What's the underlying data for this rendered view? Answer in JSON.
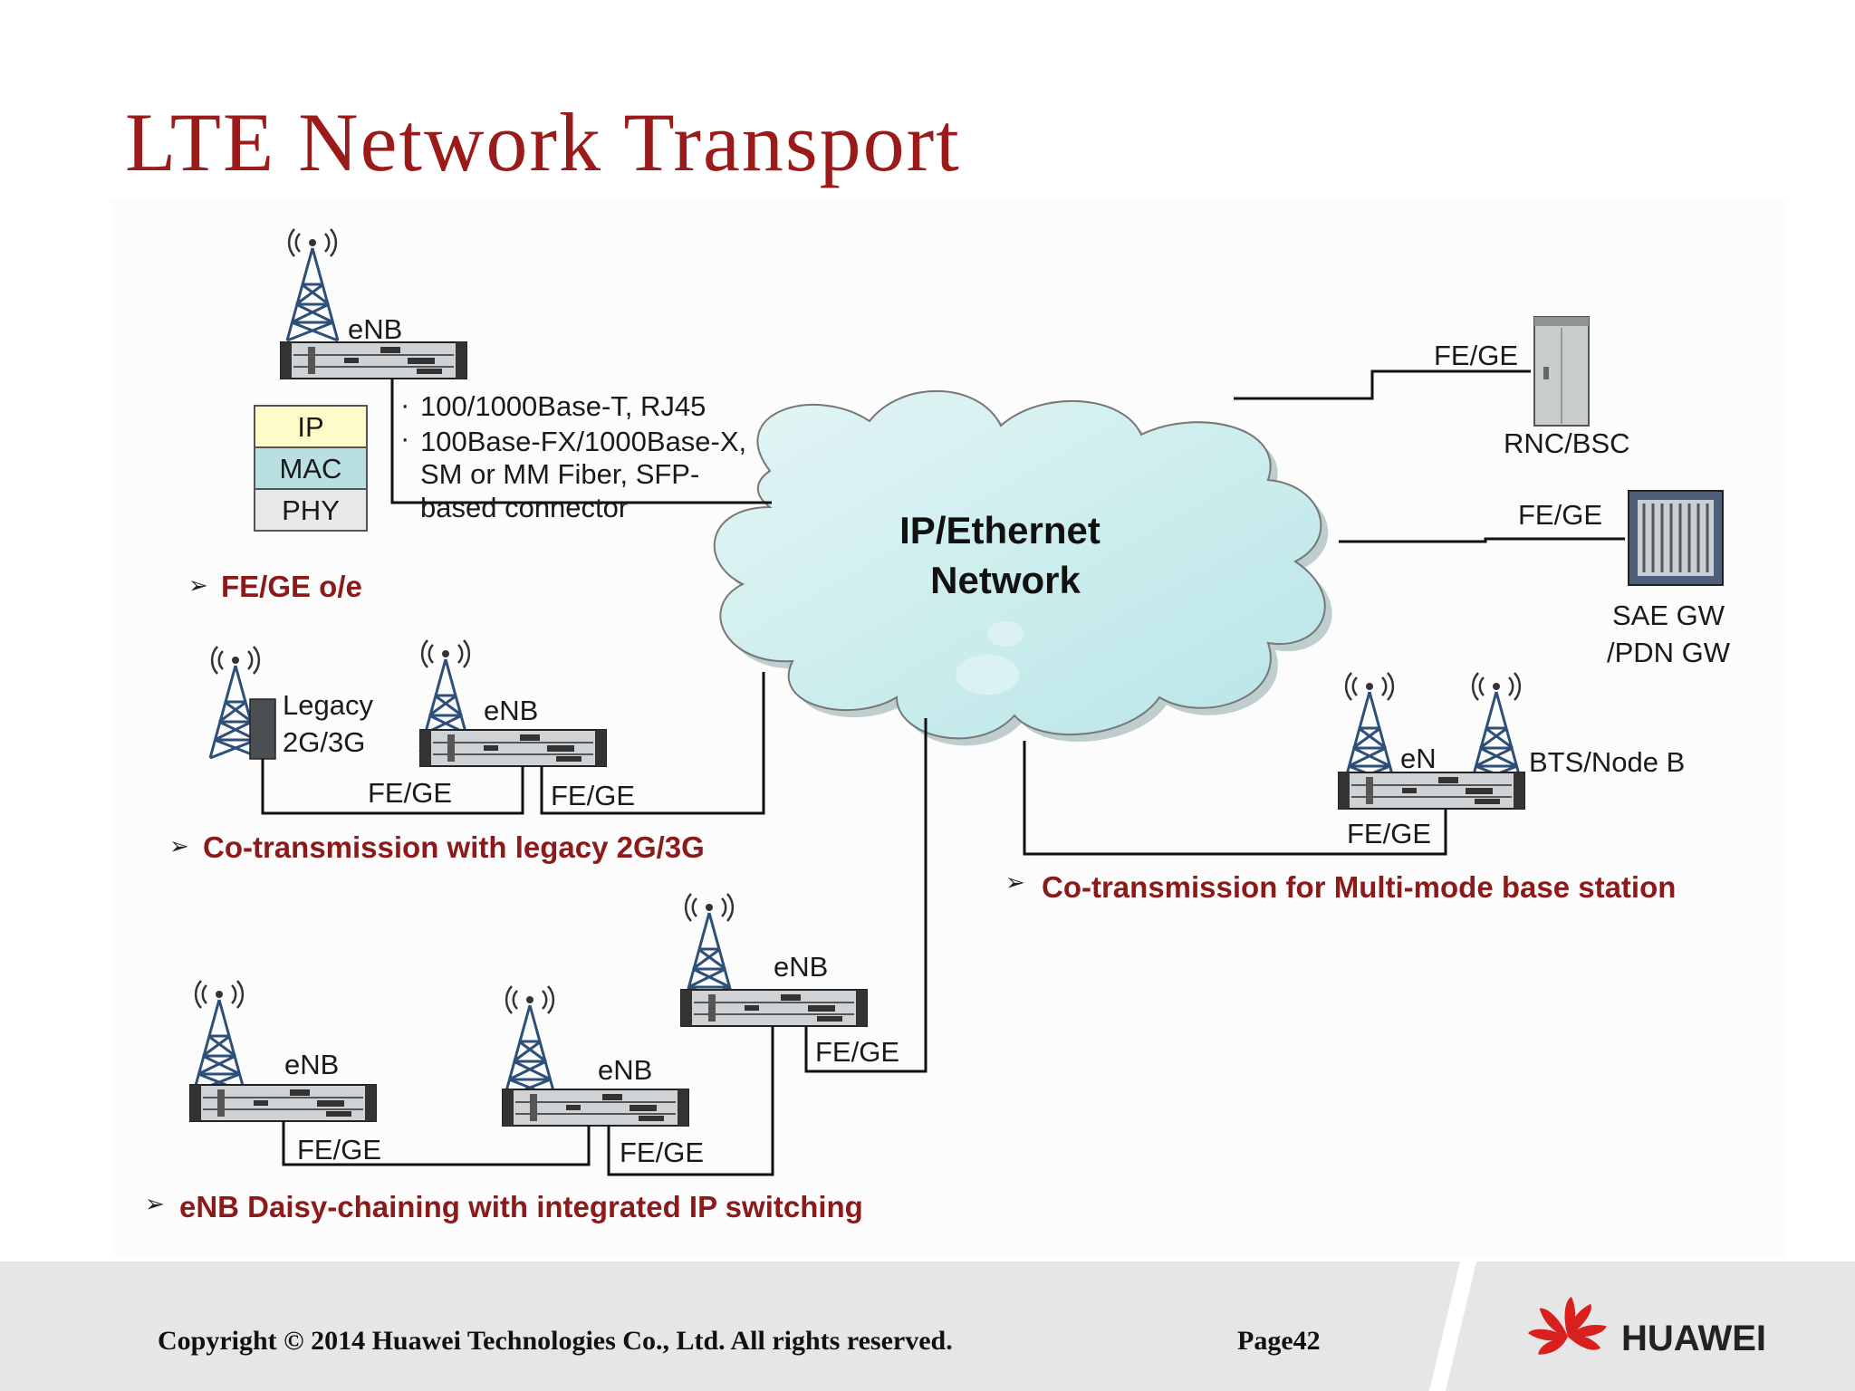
{
  "slide": {
    "title": "LTE Network Transport",
    "page": "Page42",
    "copyright": "Copyright © 2014 Huawei Technologies Co., Ltd. All rights reserved.",
    "brand": "HUAWEI"
  },
  "colors": {
    "title": "#9b1b1b",
    "section": "#8b1a1a",
    "cloud_fill": "#d4efef",
    "footer_band": "#e6e6e6",
    "logo_red": "#d9201f"
  },
  "cloud": {
    "line1": "IP/Ethernet",
    "line2": "Network"
  },
  "protocol_stack": [
    "IP",
    "MAC",
    "PHY"
  ],
  "interfaces": {
    "line1": "100/1000Base-T, RJ45",
    "line2": "100Base-FX/1000Base-X,",
    "line3": "SM or MM Fiber, SFP-",
    "line4": "based connector"
  },
  "labels": {
    "enb_top": "eNB",
    "legacy1": "Legacy",
    "legacy2": "2G/3G",
    "enb_mid": "eNB",
    "fege_legacy": "FE/GE",
    "fege_mid": "FE/GE",
    "fege_rnc": "FE/GE",
    "rnc": "RNC/BSC",
    "fege_sae": "FE/GE",
    "sae1": "SAE GW",
    "sae2": "/PDN GW",
    "en": "eN",
    "bts": "BTS/Node B",
    "fege_multimode": "FE/GE",
    "enb_chain_top": "eNB",
    "fege_chain_top": "FE/GE",
    "enb_chain_left": "eNB",
    "enb_chain_mid": "eNB",
    "fege_chain_left": "FE/GE",
    "fege_chain_mid": "FE/GE"
  },
  "sections": {
    "s1": "FE/GE o/e",
    "s2": "Co-transmission with legacy 2G/3G",
    "s3": "Co-transmission for Multi-mode base station",
    "s4": "eNB Daisy-chaining with integrated IP switching"
  },
  "icons": {
    "tower": "radio-tower-icon",
    "bbu": "enb-bbu-icon",
    "cabinet": "rnc-cabinet-icon",
    "gateway": "gateway-chassis-icon",
    "logo": "huawei-logo-icon"
  }
}
